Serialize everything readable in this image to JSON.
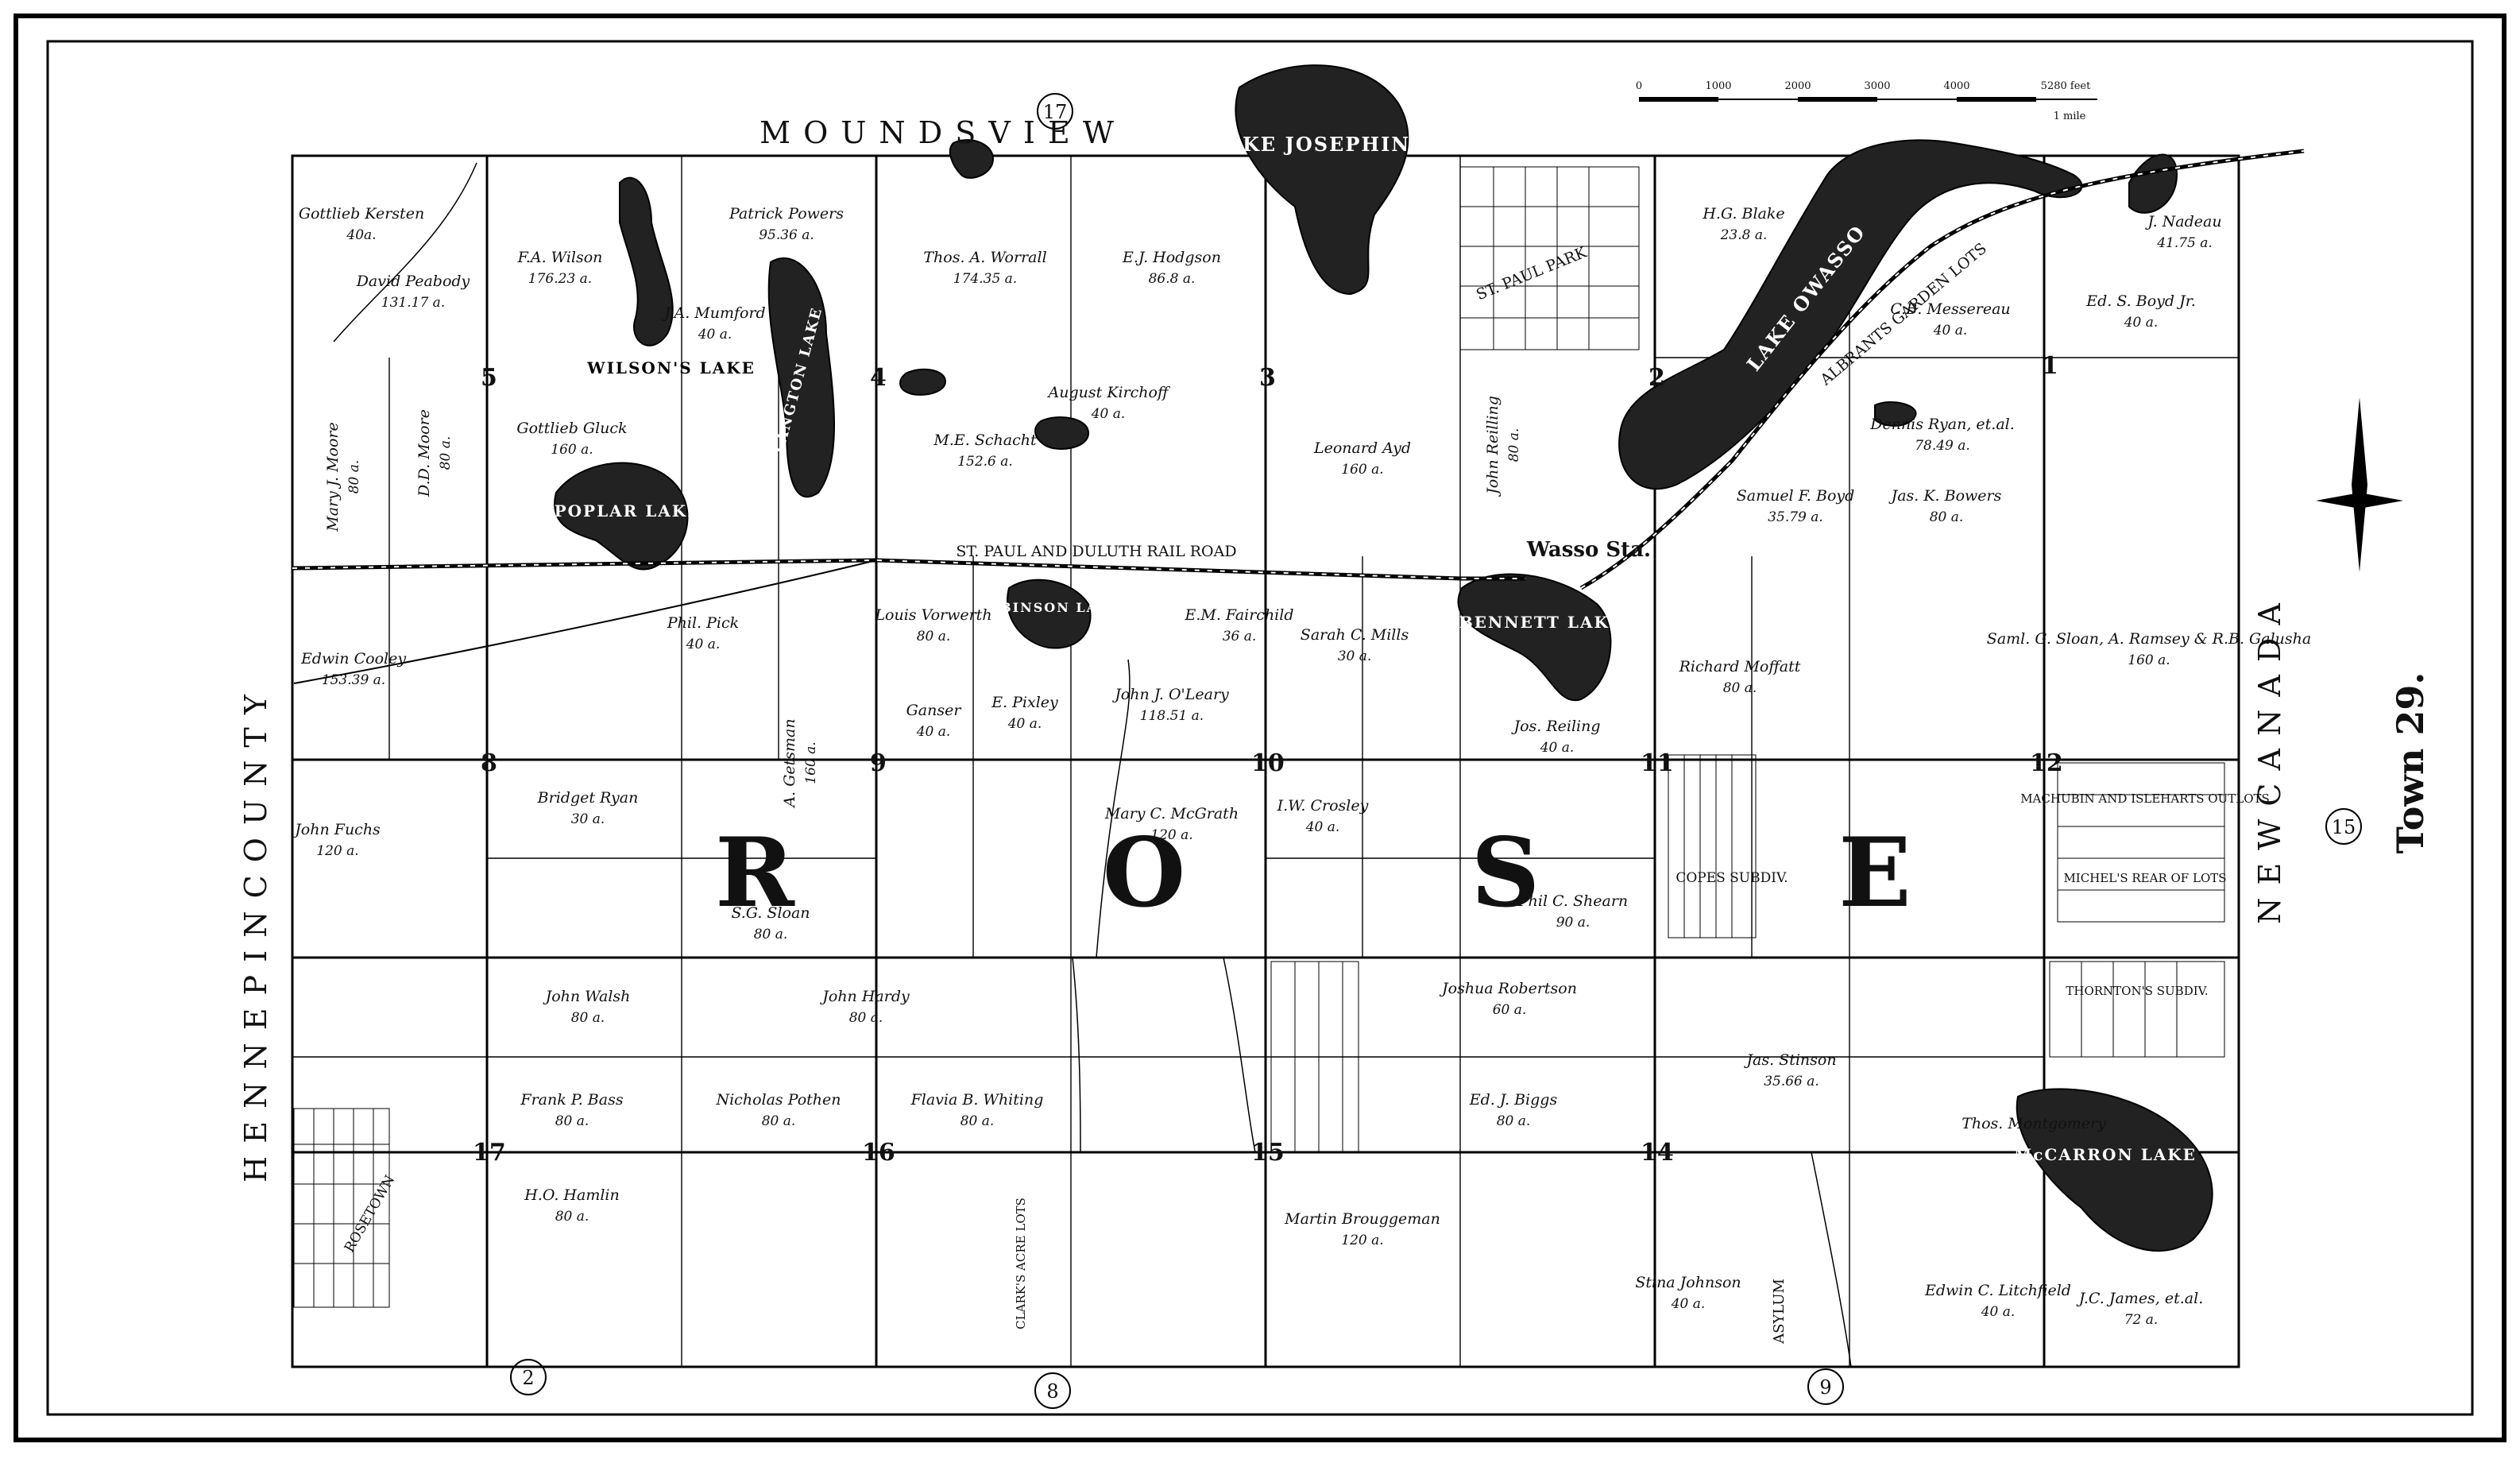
{
  "map": {
    "north_border": "M O U N D S   V I E W",
    "west_border": "H E N N E P I N   C O U N T Y",
    "east_border": "N E W   C A N A D A",
    "town_label": "Town 29.",
    "township_letters": [
      "R",
      "O",
      "S",
      "E"
    ],
    "railroad": "ST. PAUL AND DULUTH RAIL ROAD",
    "station": "Wasso Sta.",
    "scale": {
      "ticks": [
        "0",
        "1000",
        "2000",
        "3000",
        "4000",
        "5280 feet"
      ],
      "unit": "1 mile"
    },
    "adjacent_towns": [
      "17",
      "15",
      "2",
      "8",
      "9"
    ],
    "section_numbers": [
      "1",
      "2",
      "3",
      "4",
      "5",
      "8",
      "9",
      "10",
      "11",
      "12",
      "14",
      "15",
      "16",
      "17"
    ],
    "lakes": [
      {
        "name": "LAKE JOSEPHINE"
      },
      {
        "name": "LAKE OWASSO"
      },
      {
        "name": "WILSON'S LAKE"
      },
      {
        "name": "POPLAR LAKE"
      },
      {
        "name": "LANGTON LAKE"
      },
      {
        "name": "ROBINSON LAKE"
      },
      {
        "name": "BENNETT LAKE"
      },
      {
        "name": "McCARRON LAKE"
      }
    ],
    "additions": [
      "ST. PAUL PARK",
      "ALBRANTS GARDEN LOTS",
      "COPES SUBDIV.",
      "MACHUBIN AND ISLEHARTS OUTLOTS",
      "MICHEL'S REAR OF LOTS",
      "THORNTON'S SUBDIV.",
      "ASYLUM",
      "CLARK'S ACRE LOTS",
      "ROSETOWN"
    ],
    "parcels": [
      {
        "name": "Gottlieb Kersten",
        "acres": "40a."
      },
      {
        "name": "David Peabody",
        "acres": "131.17 a."
      },
      {
        "name": "Mary J. Moore",
        "acres": "80 a."
      },
      {
        "name": "D.D. Moore",
        "acres": "80 a."
      },
      {
        "name": "F.A. Wilson",
        "acres": "176.23 a."
      },
      {
        "name": "Patrick Powers",
        "acres": "95.36 a."
      },
      {
        "name": "Thos. A. Worrall",
        "acres": "174.35 a."
      },
      {
        "name": "E.J. Hodgson",
        "acres": "86.8 a."
      },
      {
        "name": "Gottlieb Gluck",
        "acres": "160 a."
      },
      {
        "name": "J.A. Mumford",
        "acres": "40 a."
      },
      {
        "name": "M.E. Schacht",
        "acres": "152.6 a."
      },
      {
        "name": "August Kirchoff",
        "acres": "40 a."
      },
      {
        "name": "Leonard Ayd",
        "acres": "160 a."
      },
      {
        "name": "H.G. Blake",
        "acres": "23.8 a."
      },
      {
        "name": "C.B. Messereau",
        "acres": "40 a."
      },
      {
        "name": "Ed. S. Boyd Jr.",
        "acres": "40 a."
      },
      {
        "name": "J. Nadeau",
        "acres": "41.75 a."
      },
      {
        "name": "Dennis Ryan, et.al.",
        "acres": "78.49 a."
      },
      {
        "name": "Jas. K. Bowers",
        "acres": "80 a."
      },
      {
        "name": "Samuel F. Boyd",
        "acres": "35.79 a."
      },
      {
        "name": "John Reilling",
        "acres": "80 a."
      },
      {
        "name": "Edwin Cooley",
        "acres": "153.39 a."
      },
      {
        "name": "Phil. Pick",
        "acres": "40 a."
      },
      {
        "name": "Louis Vorwerth",
        "acres": "80 a."
      },
      {
        "name": "E.M. Fairchild",
        "acres": "36 a."
      },
      {
        "name": "Sarah C. Mills",
        "acres": "30 a."
      },
      {
        "name": "Jos. Reiling",
        "acres": "40 a."
      },
      {
        "name": "Richard Moffatt",
        "acres": "80 a."
      },
      {
        "name": "Saml. G. Sloan, A. Ramsey & R.B. Galusha",
        "acres": "160 a."
      },
      {
        "name": "John Fuchs",
        "acres": "120 a."
      },
      {
        "name": "Bridget Ryan",
        "acres": "30 a."
      },
      {
        "name": "A. Getsman",
        "acres": "160 a."
      },
      {
        "name": "Ganser",
        "acres": "40 a."
      },
      {
        "name": "E. Pixley",
        "acres": "40 a."
      },
      {
        "name": "John J. O'Leary",
        "acres": "118.51 a."
      },
      {
        "name": "Mary C. McGrath",
        "acres": "120 a."
      },
      {
        "name": "I.W. Crosley",
        "acres": "40 a."
      },
      {
        "name": "Phil C. Shearn",
        "acres": "90 a."
      },
      {
        "name": "S.G. Sloan",
        "acres": "80 a."
      },
      {
        "name": "John Walsh",
        "acres": "80 a."
      },
      {
        "name": "John Hardy",
        "acres": "80 a."
      },
      {
        "name": "Joshua Robertson",
        "acres": "60 a."
      },
      {
        "name": "Frank P. Bass",
        "acres": "80 a."
      },
      {
        "name": "Nicholas Pothen",
        "acres": "80 a."
      },
      {
        "name": "Flavia B. Whiting",
        "acres": "80 a."
      },
      {
        "name": "Ed. J. Biggs",
        "acres": "80 a."
      },
      {
        "name": "H.O. Hamlin",
        "acres": "80 a."
      },
      {
        "name": "Martin Brouggeman",
        "acres": "120 a."
      },
      {
        "name": "Thos. Montgomery",
        "acres": ""
      },
      {
        "name": "J.C. James, et.al.",
        "acres": "72 a."
      },
      {
        "name": "Edwin C. Litchfield",
        "acres": "40 a."
      },
      {
        "name": "Stina Johnson",
        "acres": "40 a."
      },
      {
        "name": "Jas. Stinson",
        "acres": "35.66 a."
      }
    ]
  }
}
